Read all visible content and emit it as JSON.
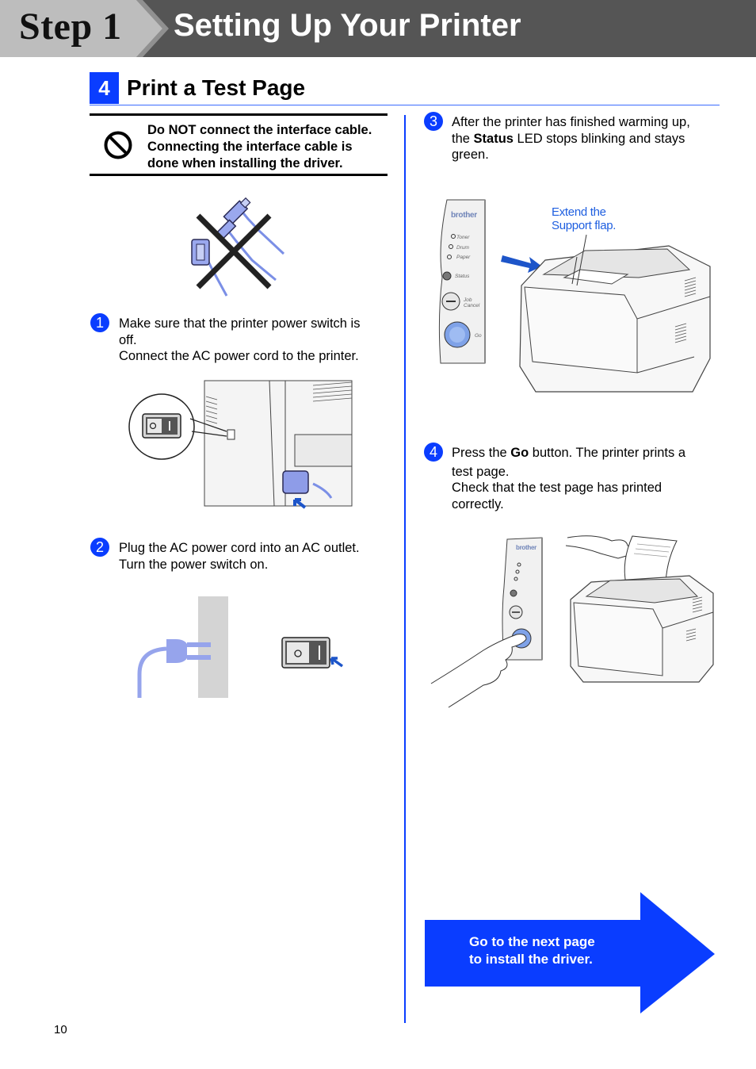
{
  "header": {
    "step_label": "Step 1",
    "title": "Setting Up Your Printer",
    "colors": {
      "dark_band": "#555555",
      "light_band": "#a8a8a8",
      "chevron": "#bdbdbd"
    }
  },
  "section": {
    "number": "4",
    "title": "Print a Test Page",
    "accent_color": "#0a3dff"
  },
  "warning": {
    "icon": "prohibited-icon",
    "lines": [
      "Do NOT connect the interface cable.",
      "Connecting the interface cable is",
      "done when installing the driver."
    ]
  },
  "steps": [
    {
      "number": "1",
      "lines": [
        "Make sure that the printer power switch is",
        "off.",
        "Connect the AC power cord to the printer."
      ]
    },
    {
      "number": "2",
      "lines": [
        "Plug the AC power cord into an AC outlet.",
        "Turn the power switch on."
      ]
    },
    {
      "number": "3",
      "line1": "After the printer has finished warming up,",
      "line2_pre": "the ",
      "line2_bold": "Status",
      "line2_post": " LED stops blinking and stays",
      "line3": "green."
    },
    {
      "number": "4",
      "line1_pre": "Press the ",
      "line1_bold": "Go",
      "line1_post": " button. The printer prints a",
      "line2": "test page.",
      "line3": "Check that the test page has printed",
      "line4": "correctly."
    }
  ],
  "callout": {
    "lines": [
      "Extend the",
      "Support flap."
    ]
  },
  "control_panel": {
    "brand": "brother",
    "leds": [
      "Toner",
      "Drum",
      "Paper",
      "Status"
    ],
    "job_cancel": [
      "Job",
      "Cancel"
    ],
    "go": "Go"
  },
  "next_arrow": {
    "lines": [
      "Go to the next page",
      "to install the driver."
    ],
    "color": "#0a3dff"
  },
  "page_number": "10"
}
